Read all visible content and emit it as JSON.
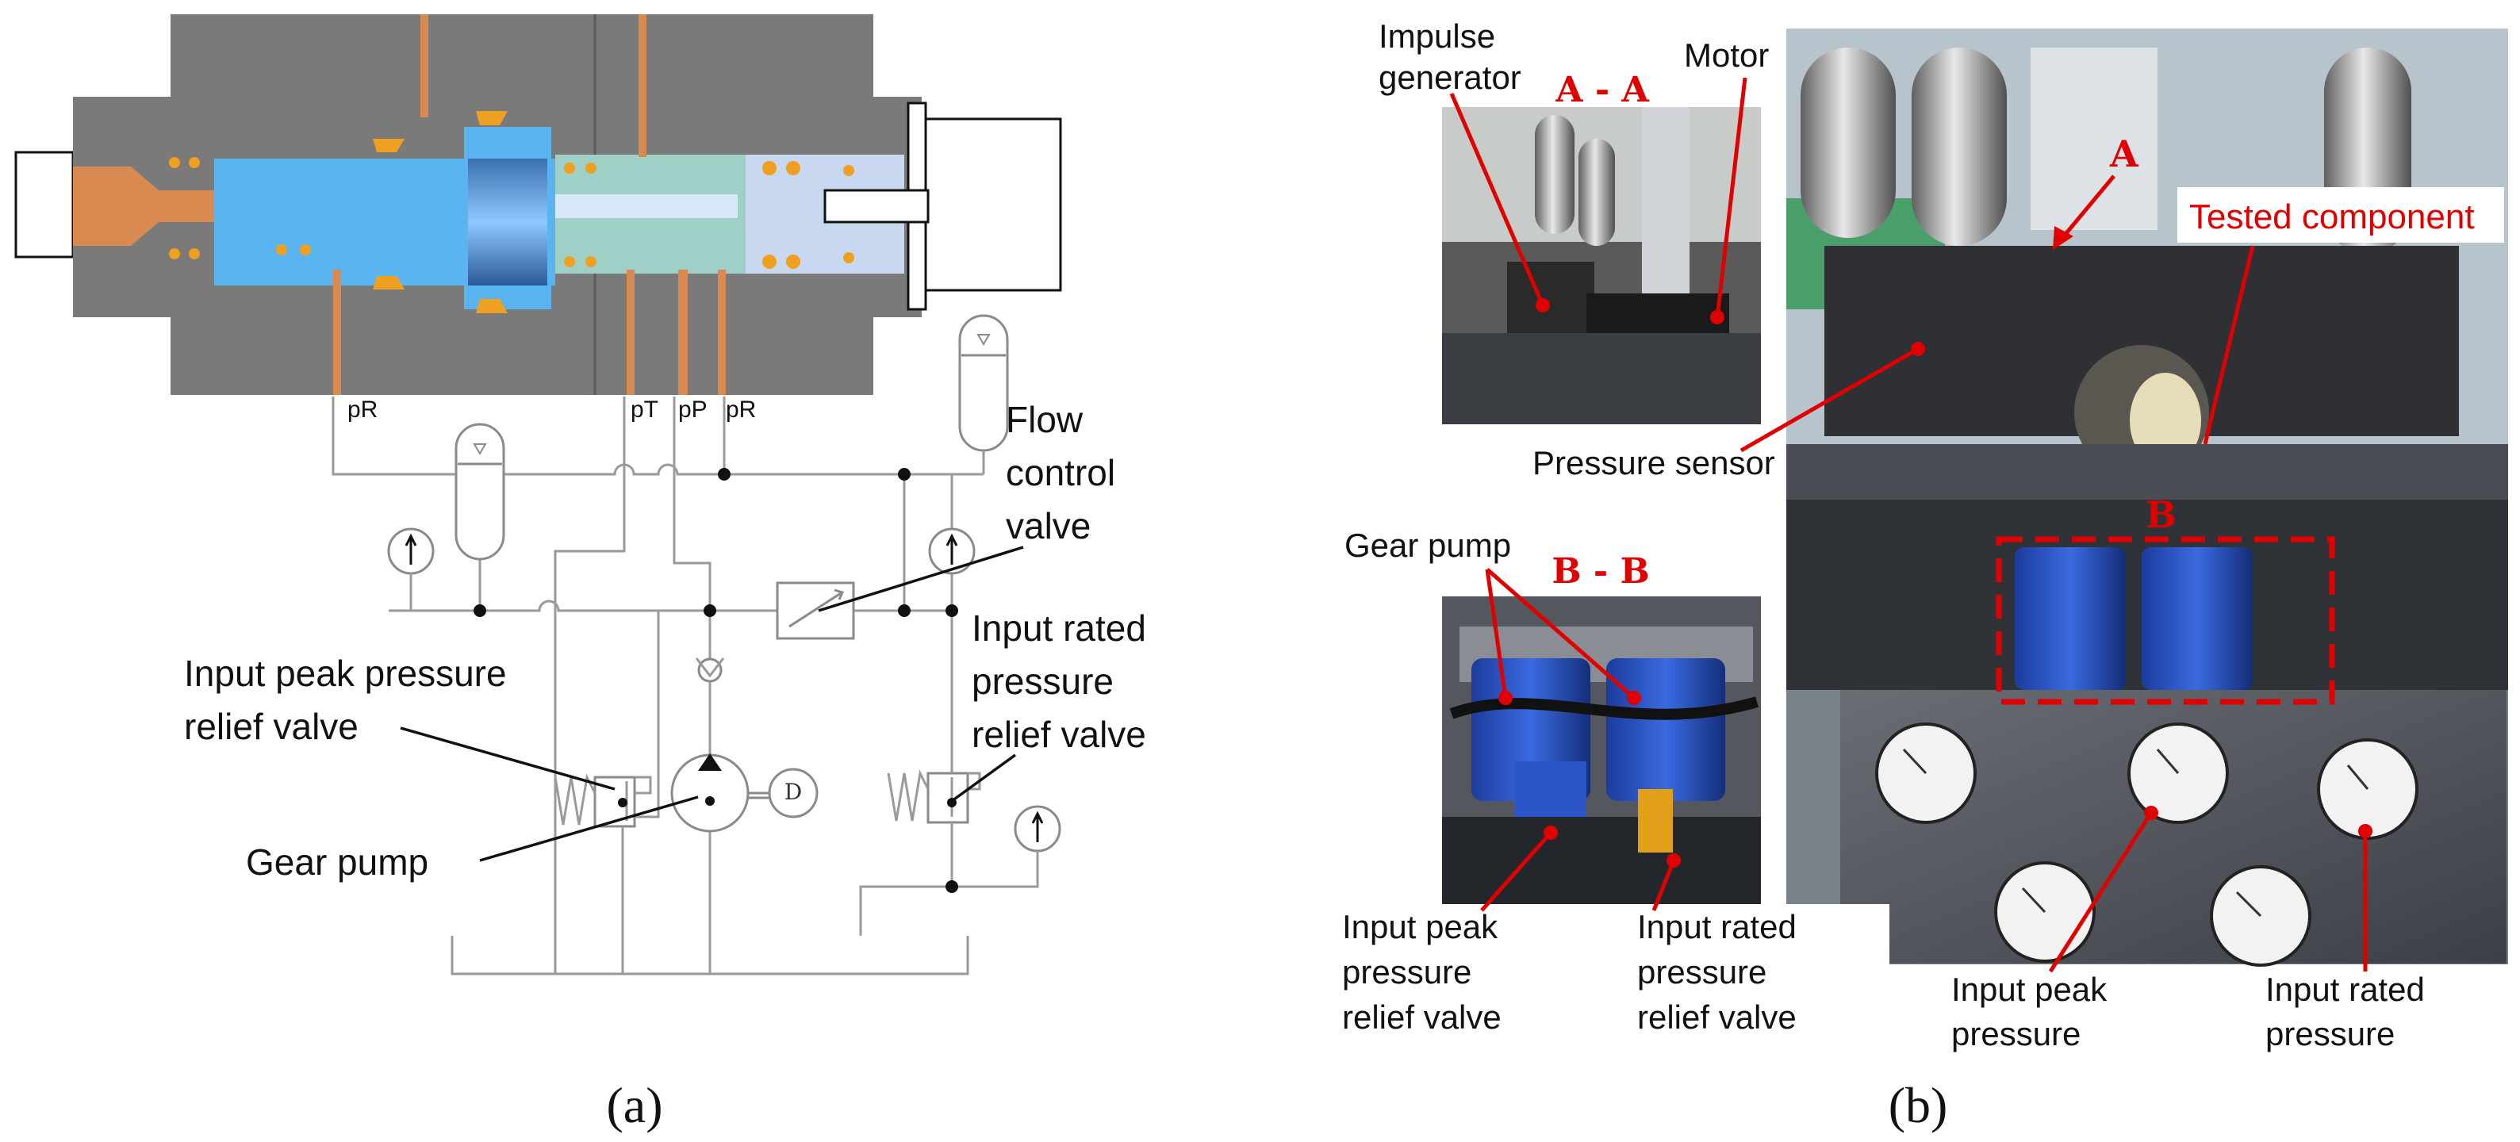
{
  "colors": {
    "body_gray": "#7a7a7a",
    "fluid_blue": "#5ab4f0",
    "copper": "#d98a50",
    "seal_orange": "#f0a020",
    "annotation_red": "#e00000"
  },
  "panel_a": {
    "caption": "(a)",
    "ports": {
      "p_r_left": "pR",
      "p_t": "pT",
      "p_p": "pP",
      "p_r_right": "pR"
    },
    "labels": {
      "flow_control_valve": [
        "Flow",
        "control",
        "valve"
      ],
      "input_peak_relief": [
        "Input peak pressure",
        "relief valve"
      ],
      "input_rated_relief": [
        "Input rated",
        "pressure",
        "relief valve"
      ],
      "gear_pump": "Gear pump",
      "motor_symbol": "D"
    }
  },
  "panel_b": {
    "caption": "(b)",
    "section_a_title": "A - A",
    "section_b_title": "B - B",
    "marker_a": "A",
    "marker_b": "B",
    "labels": {
      "impulse_generator": [
        "Impulse",
        "generator"
      ],
      "motor": "Motor",
      "tested_component": "Tested component",
      "pressure_sensor": "Pressure sensor",
      "gear_pump": "Gear pump",
      "input_peak_relief": [
        "Input peak",
        "pressure",
        "relief valve"
      ],
      "input_rated_relief": [
        "Input rated",
        "pressure",
        "relief valve"
      ],
      "input_peak_pressure": [
        "Input peak",
        "pressure"
      ],
      "input_rated_pressure": [
        "Input rated",
        "pressure"
      ]
    }
  }
}
